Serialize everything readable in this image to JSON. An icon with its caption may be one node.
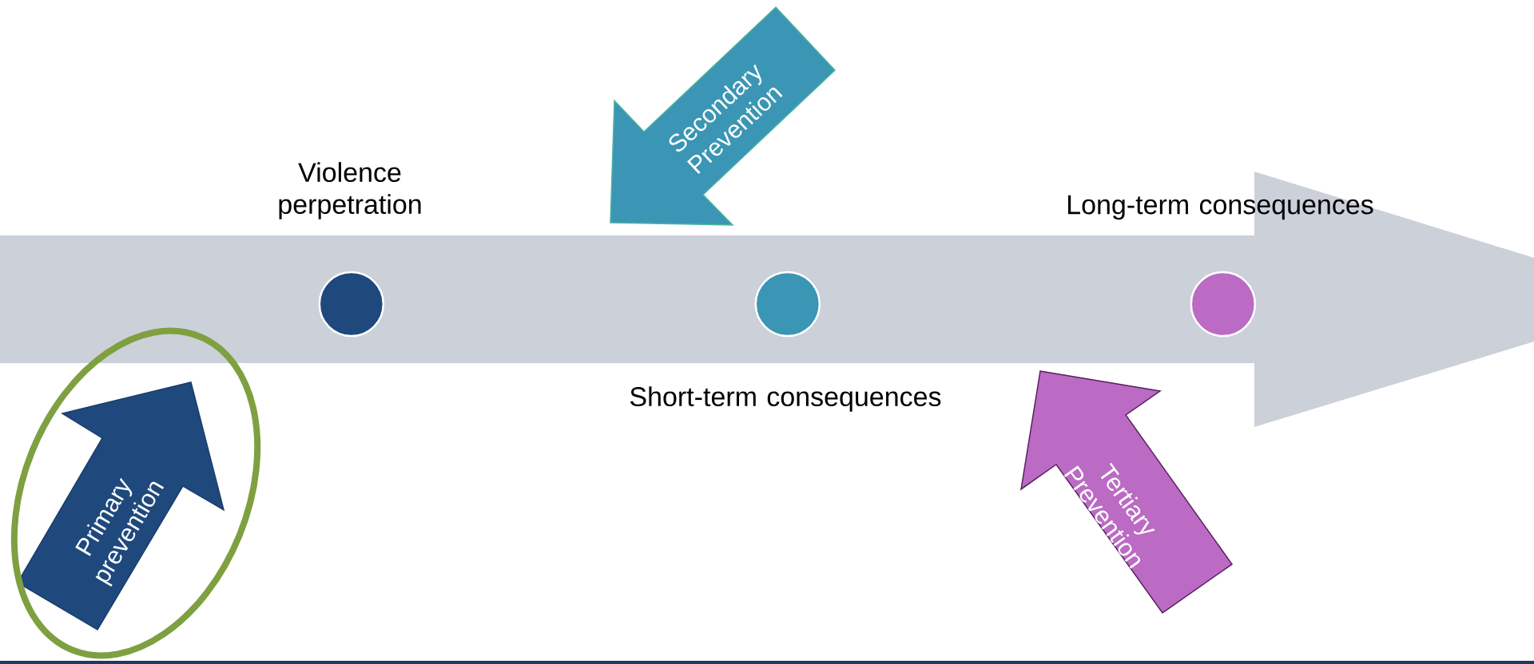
{
  "diagram": {
    "nodes": [
      {
        "text": [],
        "shape": "arrow"
      },
      {
        "text": [],
        "shape": "circle",
        "in": 0,
        "beside": [
          "Violence perpetration"
        ]
      },
      {
        "text": [],
        "shape": "circle",
        "in": 0,
        "beside": [
          "Short-term consequences"
        ]
      },
      {
        "text": [],
        "shape": "circle",
        "in": 0,
        "beside": [
          "Long-term consequences"
        ]
      },
      {
        "text": [
          "Primary prevention"
        ]
      },
      {
        "text": [
          "Secondary Prevention"
        ]
      },
      {
        "text": [
          "Tertiary Prevention"
        ]
      }
    ]
  }
}
